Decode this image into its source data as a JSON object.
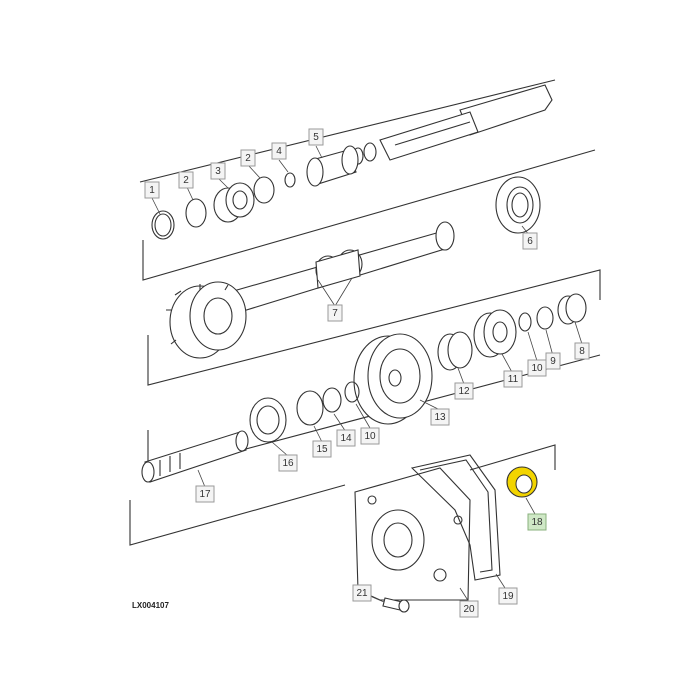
{
  "diagram": {
    "reference_code": "LX004107",
    "highlight_color": "#f2d400",
    "highlight_box_color": "#cfe8c6",
    "callouts": [
      {
        "id": "c1",
        "text": "1"
      },
      {
        "id": "c2a",
        "text": "2"
      },
      {
        "id": "c3",
        "text": "3"
      },
      {
        "id": "c2b",
        "text": "2"
      },
      {
        "id": "c4",
        "text": "4"
      },
      {
        "id": "c5",
        "text": "5"
      },
      {
        "id": "c6",
        "text": "6"
      },
      {
        "id": "c7",
        "text": "7"
      },
      {
        "id": "c8",
        "text": "8"
      },
      {
        "id": "c9",
        "text": "9"
      },
      {
        "id": "c10a",
        "text": "10"
      },
      {
        "id": "c11",
        "text": "11"
      },
      {
        "id": "c12",
        "text": "12"
      },
      {
        "id": "c13",
        "text": "13"
      },
      {
        "id": "c10b",
        "text": "10"
      },
      {
        "id": "c14",
        "text": "14"
      },
      {
        "id": "c15",
        "text": "15"
      },
      {
        "id": "c16",
        "text": "16"
      },
      {
        "id": "c17",
        "text": "17"
      },
      {
        "id": "c18",
        "text": "18"
      },
      {
        "id": "c19",
        "text": "19"
      },
      {
        "id": "c20",
        "text": "20"
      },
      {
        "id": "c21",
        "text": "21"
      }
    ]
  }
}
